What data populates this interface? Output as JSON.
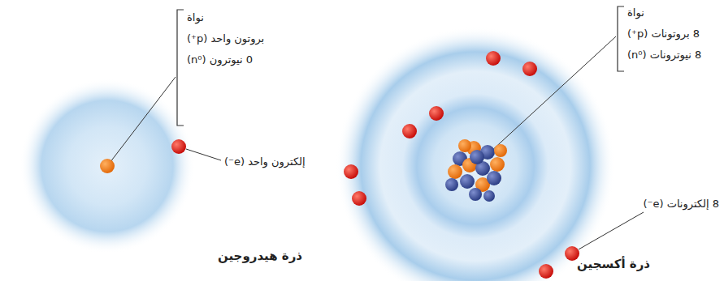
{
  "diagram": {
    "labels": [
      "نواة",
      "بروتون واحد (p⁺)",
      "0 نيوترون (n⁰)",
      "إلكترون واحد (e⁻)",
      "ذرة هيدروجين",
      "نواة",
      "8 بروتونات (p⁺)",
      "8 نيوترونات (n⁰)",
      "8 إلكترونات (e⁻)",
      "ذرة أكسجين"
    ]
  }
}
